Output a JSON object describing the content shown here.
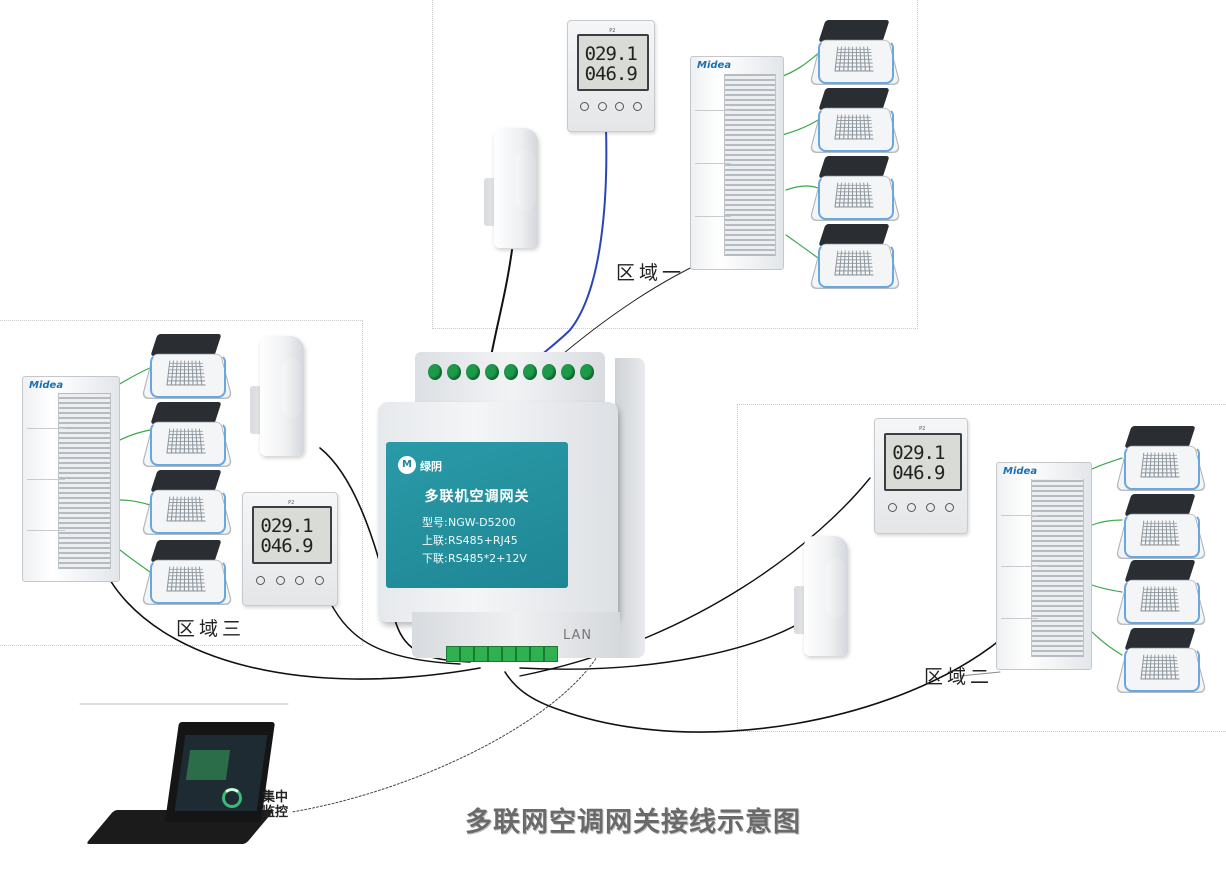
{
  "diagram": {
    "title": "多联网空调网关接线示意图",
    "zones": {
      "zone1": "区域一",
      "zone2": "区域二",
      "zone3": "区域三"
    },
    "central_monitor": "集中\n监控",
    "gateway": {
      "brand": "绿阴",
      "name": "多联机空调网关",
      "specs": [
        {
          "key": "型号:",
          "value": "NGW-D5200"
        },
        {
          "key": "上联:",
          "value": "RS485+RJ45"
        },
        {
          "key": "下联:",
          "value": "RS485*2+12V"
        }
      ],
      "port_label": "LAN"
    },
    "thermostat": {
      "reading_1": "029.1",
      "reading_2": "046.9"
    },
    "outdoor_unit_brand": "Midea",
    "wire_colors": {
      "black": "#111111",
      "blue": "#2a46b6",
      "green_link": "#3aa84a"
    }
  }
}
